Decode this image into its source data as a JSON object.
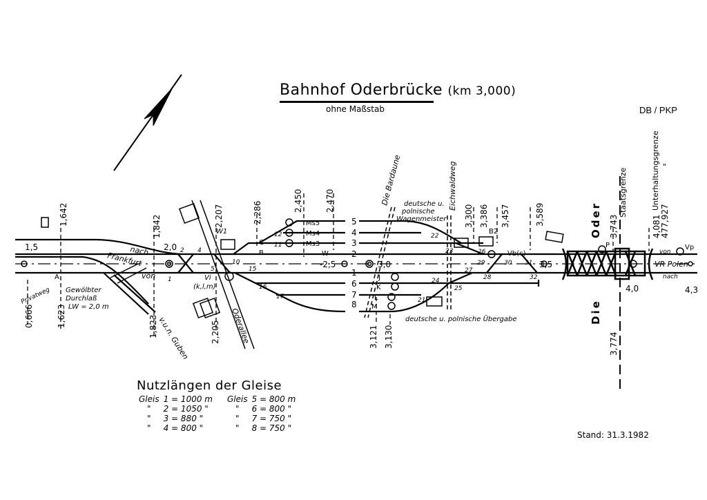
{
  "header": {
    "title": "Bahnhof Oderbrücke",
    "km": "(km 3,000)",
    "subtitle": "ohne Maßstab",
    "operators": "DB / PKP"
  },
  "tracks": {
    "labels": [
      "5",
      "4",
      "3",
      "2",
      "1",
      "6",
      "7",
      "8"
    ]
  },
  "kilometers": {
    "k1_5": "1,5",
    "k2_0": "2,0",
    "k2_5": "-2,5",
    "k3_0": "3,0",
    "k3_5": "3,5",
    "k4_0": "4,0",
    "k4_3": "4,3"
  },
  "chainages": [
    "1,642",
    "1,842",
    "2,207",
    "2,286",
    "2,450",
    "2,470",
    "3,300",
    "3,386",
    "3,457",
    "3,589",
    "3,743",
    "4,081",
    "477,927",
    "0,666",
    "1,623",
    "1,823",
    "2,205",
    "3,121",
    "3,130",
    "3,774"
  ],
  "switches": [
    "1",
    "2",
    "4",
    "5",
    "10",
    "11",
    "12",
    "15",
    "16",
    "17",
    "21",
    "22",
    "23",
    "24",
    "25",
    "26",
    "27",
    "28",
    "29",
    "30",
    "31",
    "32"
  ],
  "signals": {
    "ms5": "Ms5",
    "ms4": "Ms4",
    "ms3": "Ms3",
    "c": "C",
    "b": "B",
    "w": "W",
    "w1": "W1",
    "vi": "Vi",
    "klm": "(k,l,m)",
    "j": "J",
    "k": "K",
    "l": "L",
    "m": "M",
    "b2": "B2",
    "vbc": "Vb(c)",
    "p": "P",
    "vp": "Vp",
    "a": "A"
  },
  "annotations": {
    "nach": "nach",
    "frankfurt": "Frankfurt",
    "von_left": "von",
    "guben": "v.u.n. Guben",
    "oderallee": "Oderallee",
    "bardaune": "Die Bardaune",
    "eichwaldweg": "Eichwaldweg",
    "wagenmeister": [
      "deutsche u.",
      "polnische",
      "Wagenmeister"
    ],
    "uebergabe": "deutsche u. polnische Übergabe",
    "staatsgrenze": "Staatsgrenze",
    "unterhaltungsgrenze": "Unterhaltungsgrenze",
    "ditto": "\"",
    "oder": "Oder",
    "die": "Die",
    "von_right": "von",
    "vr_polen": "VR Polen",
    "nach_right": "nach",
    "privatweg": "Privatweg",
    "durchlass": [
      "Gewölbter",
      "Durchlaß",
      "LW = 2,0 m"
    ]
  },
  "legend": {
    "title": "Nutzlängen der Gleise",
    "rows": [
      [
        "Gleis",
        "1 = 1000 m",
        "Gleis",
        "5 = 800 m"
      ],
      [
        "\"",
        "2 = 1050 \"",
        "\"",
        "6 = 800 \""
      ],
      [
        "\"",
        "3 = 880 \"",
        "\"",
        "7 = 750 \""
      ],
      [
        "\"",
        "4 = 800 \"",
        "\"",
        "8 = 750 \""
      ]
    ]
  },
  "footer": {
    "stand": "Stand:  31.3.1982"
  },
  "colors": {
    "ink": "#000000",
    "paper": "#ffffff"
  }
}
